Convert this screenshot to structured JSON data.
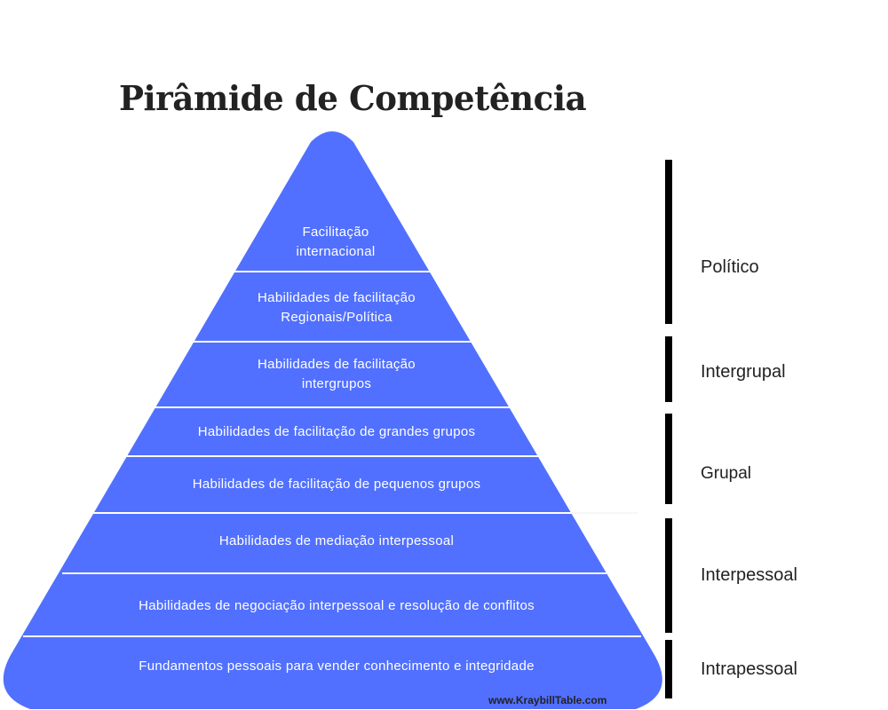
{
  "title": "Pirâmide de Competência",
  "colors": {
    "pyramid_fill": "#5170FF",
    "divider": "#FFFFFF",
    "bar": "#000000",
    "text_dark": "#222222",
    "text_light": "#FFFFFF"
  },
  "pyramid": {
    "tiers": [
      {
        "lines": [
          "Facilitação",
          "internacional"
        ]
      },
      {
        "lines": [
          "Habilidades de facilitação",
          "Regionais/Política"
        ]
      },
      {
        "lines": [
          "Habilidades de facilitação",
          "intergrupos"
        ]
      },
      {
        "lines": [
          "Habilidades de facilitação de grandes grupos"
        ]
      },
      {
        "lines": [
          "Habilidades de facilitação de pequenos grupos"
        ]
      },
      {
        "lines": [
          "Habilidades de mediação interpessoal"
        ]
      },
      {
        "lines": [
          "Habilidades de negociação interpessoal e resolução de conflitos"
        ]
      },
      {
        "lines": [
          "Fundamentos pessoais para vender conhecimento e integridade"
        ]
      }
    ]
  },
  "levels": [
    {
      "label": "Político"
    },
    {
      "label": "Intergrupal"
    },
    {
      "label": "Grupal"
    },
    {
      "label": "Interpessoal"
    },
    {
      "label": "Intrapessoal"
    }
  ],
  "watermark": "www.KraybillTable.com"
}
